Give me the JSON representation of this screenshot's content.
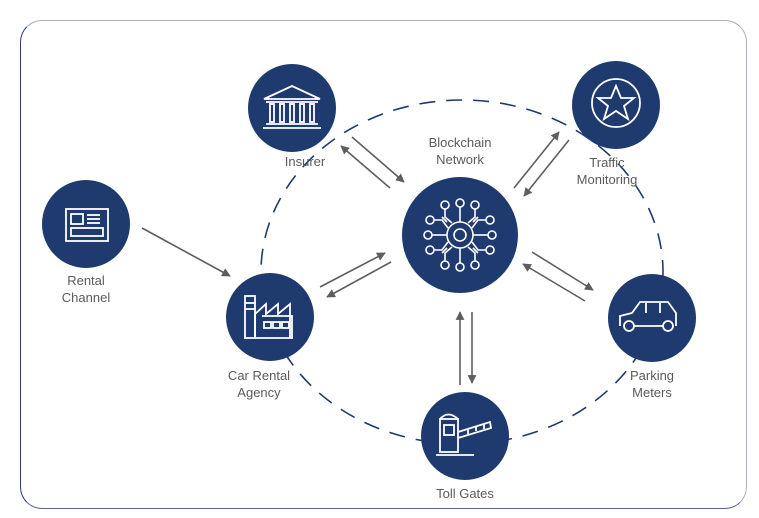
{
  "colors": {
    "node_fill": "#1f3a6f",
    "icon_stroke": "#ffffff",
    "arrow": "#5e5e5e",
    "ring_dash": "#1f3a6f",
    "label_text": "#5b5b5b",
    "frame_border": "#aab0c4"
  },
  "nodes": [
    {
      "id": "blockchain",
      "label_lines": [
        "Blockchain",
        "Network"
      ],
      "icon": "circuit-gear-icon"
    },
    {
      "id": "insurer",
      "label_lines": [
        "Insurer"
      ],
      "icon": "bank-building-icon"
    },
    {
      "id": "traffic",
      "label_lines": [
        "Traffic",
        "Monitoring"
      ],
      "icon": "star-circle-icon"
    },
    {
      "id": "rental-channel",
      "label_lines": [
        "Rental",
        "Channel"
      ],
      "icon": "id-card-icon"
    },
    {
      "id": "car-rental",
      "label_lines": [
        "Car Rental",
        "Agency"
      ],
      "icon": "factory-icon"
    },
    {
      "id": "parking",
      "label_lines": [
        "Parking",
        "Meters"
      ],
      "icon": "car-icon"
    },
    {
      "id": "toll",
      "label_lines": [
        "Toll Gates"
      ],
      "icon": "toll-booth-icon"
    }
  ],
  "edges": [
    {
      "from": "rental-channel",
      "to": "car-rental",
      "direction": "one-way"
    },
    {
      "from": "insurer",
      "to": "blockchain",
      "direction": "two-way"
    },
    {
      "from": "traffic",
      "to": "blockchain",
      "direction": "two-way"
    },
    {
      "from": "car-rental",
      "to": "blockchain",
      "direction": "two-way"
    },
    {
      "from": "parking",
      "to": "blockchain",
      "direction": "two-way"
    },
    {
      "from": "toll",
      "to": "blockchain",
      "direction": "two-way"
    }
  ]
}
